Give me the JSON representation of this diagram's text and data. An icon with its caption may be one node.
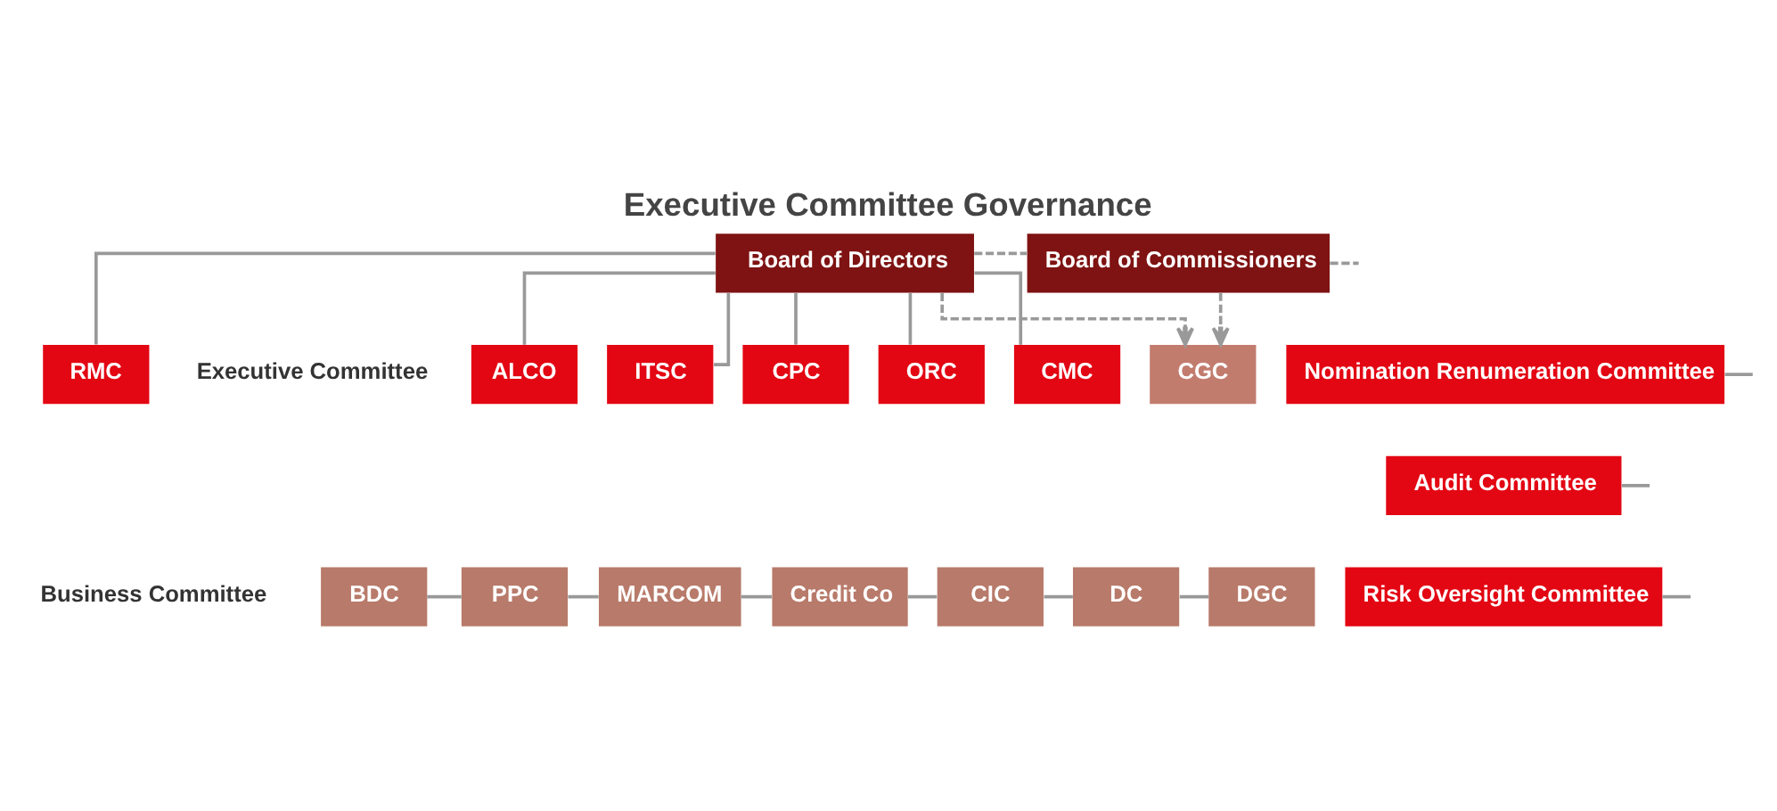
{
  "diagram": {
    "title": "Executive Committee Governance",
    "nodes": [
      {
        "text": [
          "Board of Directors"
        ]
      },
      {
        "text": [
          "Board of Commissioners"
        ]
      },
      {
        "text": [
          "CGC"
        ]
      },
      {
        "text": [
          "RMC"
        ]
      },
      {
        "text": [
          "ALCO"
        ]
      },
      {
        "text": [
          "ITSC"
        ]
      },
      {
        "text": [
          "CPC"
        ]
      },
      {
        "text": [
          "ORC"
        ]
      },
      {
        "text": [
          "CMC"
        ]
      },
      {
        "text": [
          "Nomination Renumeration Committee"
        ]
      },
      {
        "text": [
          "Audit Committee"
        ]
      },
      {
        "text": [
          "Risk Oversight Committee"
        ]
      },
      {
        "text": [
          "BDC"
        ]
      },
      {
        "text": [
          "PPC"
        ]
      },
      {
        "text": [
          "MARCOM"
        ]
      },
      {
        "text": [
          "Credit Co"
        ]
      },
      {
        "text": [
          "CIC"
        ]
      },
      {
        "text": [
          "DC"
        ]
      },
      {
        "text": [
          "DGC"
        ]
      }
    ],
    "edges": [
      {
        "from": 0,
        "to": 1,
        "arrow": "none",
        "style": "dashed"
      },
      {
        "from": 0,
        "to": 2,
        "arrow": "to",
        "style": "dashed"
      },
      {
        "from": 1,
        "to": 2,
        "arrow": "to",
        "style": "dashed"
      },
      {
        "from": 1,
        "to": null,
        "arrow": "none",
        "style": "dashed"
      },
      {
        "from": 0,
        "to": 3,
        "arrow": "none"
      },
      {
        "from": 0,
        "to": 4,
        "arrow": "none"
      },
      {
        "from": 0,
        "to": 5,
        "arrow": "none"
      },
      {
        "from": 0,
        "to": 6,
        "arrow": "none"
      },
      {
        "from": 0,
        "to": 7,
        "arrow": "none"
      },
      {
        "from": 0,
        "to": 8,
        "arrow": "none"
      },
      {
        "from": 9,
        "to": null,
        "arrow": "none"
      },
      {
        "from": 10,
        "to": null,
        "arrow": "none"
      },
      {
        "from": 11,
        "to": null,
        "arrow": "none"
      },
      {
        "from": 12,
        "to": 13,
        "arrow": "none"
      },
      {
        "from": 13,
        "to": 14,
        "arrow": "none"
      },
      {
        "from": 14,
        "to": 15,
        "arrow": "none"
      },
      {
        "from": 15,
        "to": 16,
        "arrow": "none"
      },
      {
        "from": 16,
        "to": 17,
        "arrow": "none"
      },
      {
        "from": 17,
        "to": 18,
        "arrow": "none"
      }
    ],
    "labels": [
      "Executive Committee",
      "Business Committee"
    ]
  }
}
